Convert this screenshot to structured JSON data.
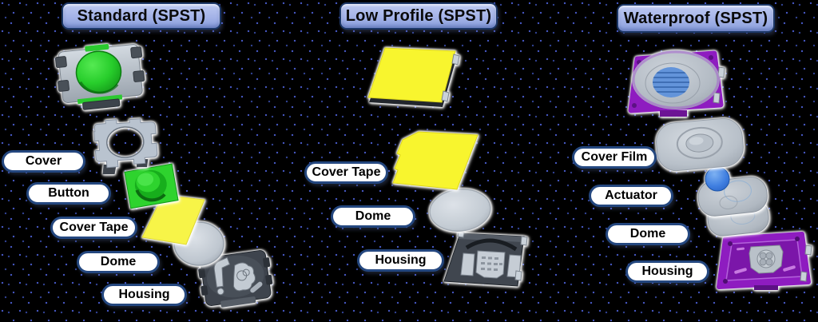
{
  "columns": [
    {
      "id": "standard",
      "header": "Standard (SPST)",
      "assembled_image": "standard-tactile-switch-3d",
      "parts": [
        {
          "label": "Cover",
          "image": "metal-cover-plate-3d"
        },
        {
          "label": "Button",
          "image": "green-button-3d"
        },
        {
          "label": "Cover Tape",
          "image": "yellow-cover-tape-3d"
        },
        {
          "label": "Dome",
          "image": "metal-dome-disc-3d"
        },
        {
          "label": "Housing",
          "image": "switch-housing-base-3d"
        }
      ]
    },
    {
      "id": "low-profile",
      "header": "Low Profile (SPST)",
      "assembled_image": "low-profile-switch-3d",
      "parts": [
        {
          "label": "Cover Tape",
          "image": "yellow-cover-tape-3d"
        },
        {
          "label": "Dome",
          "image": "metal-dome-disc-3d"
        },
        {
          "label": "Housing",
          "image": "low-profile-housing-3d"
        }
      ]
    },
    {
      "id": "waterproof",
      "header": "Waterproof (SPST)",
      "assembled_image": "waterproof-switch-3d",
      "parts": [
        {
          "label": "Cover Film",
          "image": "sealing-cover-film-3d"
        },
        {
          "label": "Actuator",
          "image": "blue-actuator-3d"
        },
        {
          "label": "Dome",
          "image": "metal-dome-plate-3d"
        },
        {
          "label": "Housing",
          "image": "purple-housing-base-3d"
        }
      ]
    }
  ],
  "colors": {
    "canvas_bg": "#000000",
    "dot_blue": "#4b5ed2",
    "dot_blue_dim": "#35479e",
    "header_top": "#bdc9f1",
    "header_mid": "#a5b4e8",
    "header_bottom": "#8ba0de",
    "header_border": "#1c3767",
    "pill_bg": "#ffffff",
    "pill_border": "#24477f",
    "text": "#000000",
    "green_button": "#2bd12f",
    "yellow_tape": "#f7f42c",
    "purple_housing": "#8e1cc0",
    "blue_actuator": "#3b7de0",
    "grey_light": "#bcc5cf",
    "grey_dark": "#3e444d"
  }
}
